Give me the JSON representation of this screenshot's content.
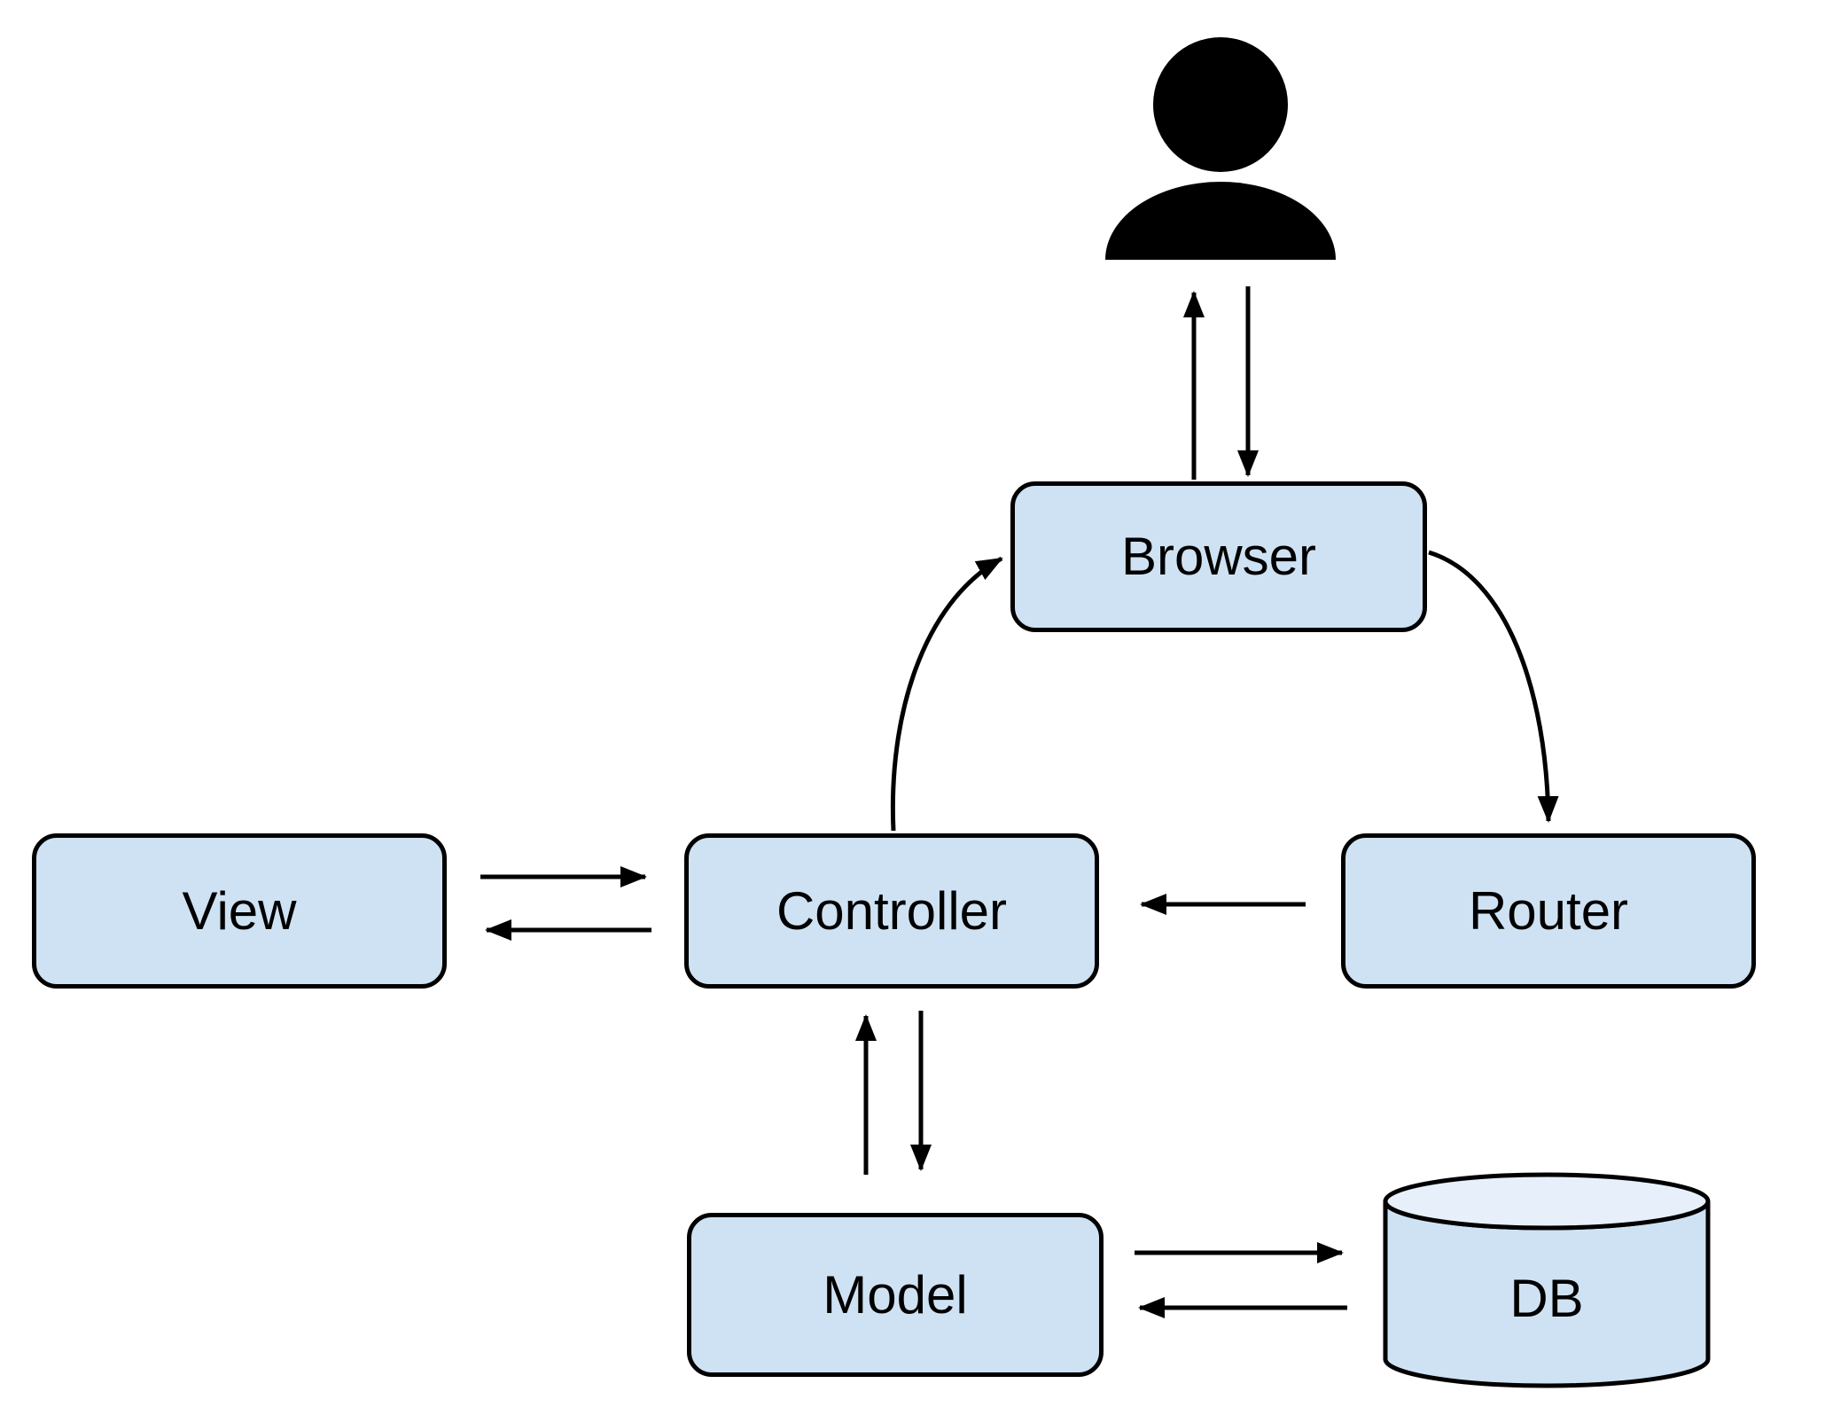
{
  "diagram": {
    "type": "architecture-flow",
    "background": "#ffffff",
    "nodes": {
      "user": {
        "icon": "user-icon",
        "color": "#000000"
      },
      "browser": {
        "label": "Browser"
      },
      "view": {
        "label": "View"
      },
      "controller": {
        "label": "Controller"
      },
      "router": {
        "label": "Router"
      },
      "model": {
        "label": "Model"
      },
      "db": {
        "label": "DB",
        "shape": "cylinder"
      }
    },
    "colors": {
      "node_fill": "#cfe2f3",
      "node_stroke": "#000000",
      "cylinder_top_fill": "#e7f0fa",
      "arrow_color": "#000000"
    },
    "edges": [
      {
        "from": "browser",
        "to": "user",
        "style": "straight-up"
      },
      {
        "from": "user",
        "to": "browser",
        "style": "straight-down"
      },
      {
        "from": "controller",
        "to": "browser",
        "style": "curved"
      },
      {
        "from": "browser",
        "to": "router",
        "style": "curved"
      },
      {
        "from": "router",
        "to": "controller",
        "style": "straight-left"
      },
      {
        "from": "view",
        "to": "controller",
        "style": "straight-right"
      },
      {
        "from": "controller",
        "to": "view",
        "style": "straight-left"
      },
      {
        "from": "model",
        "to": "controller",
        "style": "straight-up"
      },
      {
        "from": "controller",
        "to": "model",
        "style": "straight-down"
      },
      {
        "from": "model",
        "to": "db",
        "style": "straight-right"
      },
      {
        "from": "db",
        "to": "model",
        "style": "straight-left"
      }
    ]
  }
}
